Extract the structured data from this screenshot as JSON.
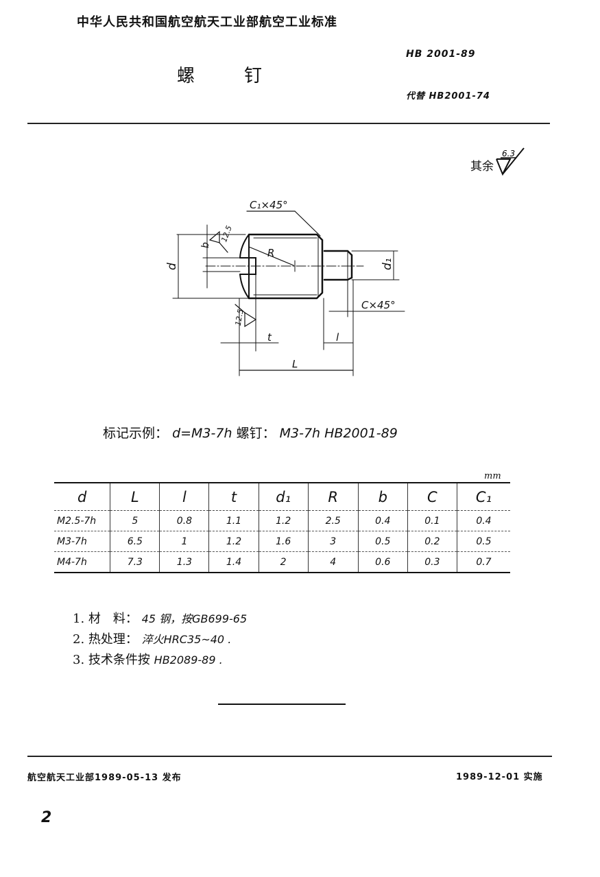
{
  "header": {
    "organization_title": "中华人民共和国航空航天工业部航空工业标准",
    "document_title_chars": [
      "螺",
      "钉"
    ],
    "standard_number": "HB 2001-89",
    "replaces": "代替 HB2001-74"
  },
  "surface_roughness": {
    "label": "其余",
    "value": "6.3"
  },
  "drawing": {
    "labels": {
      "chamfer_head": "C₁×45°",
      "chamfer_tip": "C×45°",
      "diameter": "d",
      "tip_diameter": "d₁",
      "radius": "R",
      "slot_width": "b",
      "slot_depth": "t",
      "tip_length": "l",
      "total_length": "L",
      "roughness_slot": "12.5",
      "roughness_bottom": "12.5"
    }
  },
  "marking_example": {
    "label": "标记示例：",
    "condition": "d=M3-7h",
    "item_name": "螺钉：",
    "designation": "M3-7h  HB2001-89"
  },
  "table": {
    "unit": "mm",
    "headers": [
      "d",
      "L",
      "l",
      "t",
      "d₁",
      "R",
      "b",
      "C",
      "C₁"
    ],
    "rows": [
      [
        "M2.5-7h",
        "5",
        "0.8",
        "1.1",
        "1.2",
        "2.5",
        "0.4",
        "0.1",
        "0.4"
      ],
      [
        "M3-7h",
        "6.5",
        "1",
        "1.2",
        "1.6",
        "3",
        "0.5",
        "0.2",
        "0.5"
      ],
      [
        "M4-7h",
        "7.3",
        "1.3",
        "1.4",
        "2",
        "4",
        "0.6",
        "0.3",
        "0.7"
      ]
    ]
  },
  "notes": [
    {
      "num": "1.",
      "text": "材　料：",
      "value": "45 钢，按GB699-65"
    },
    {
      "num": "2.",
      "text": "热处理：",
      "value": "淬火HRC35~40 ."
    },
    {
      "num": "3.",
      "text": "技术条件按",
      "value": "HB2089-89 ."
    }
  ],
  "footer": {
    "issued": "航空航天工业部1989-05-13  发布",
    "effective": "1989-12-01  实施",
    "page_number": "2"
  }
}
